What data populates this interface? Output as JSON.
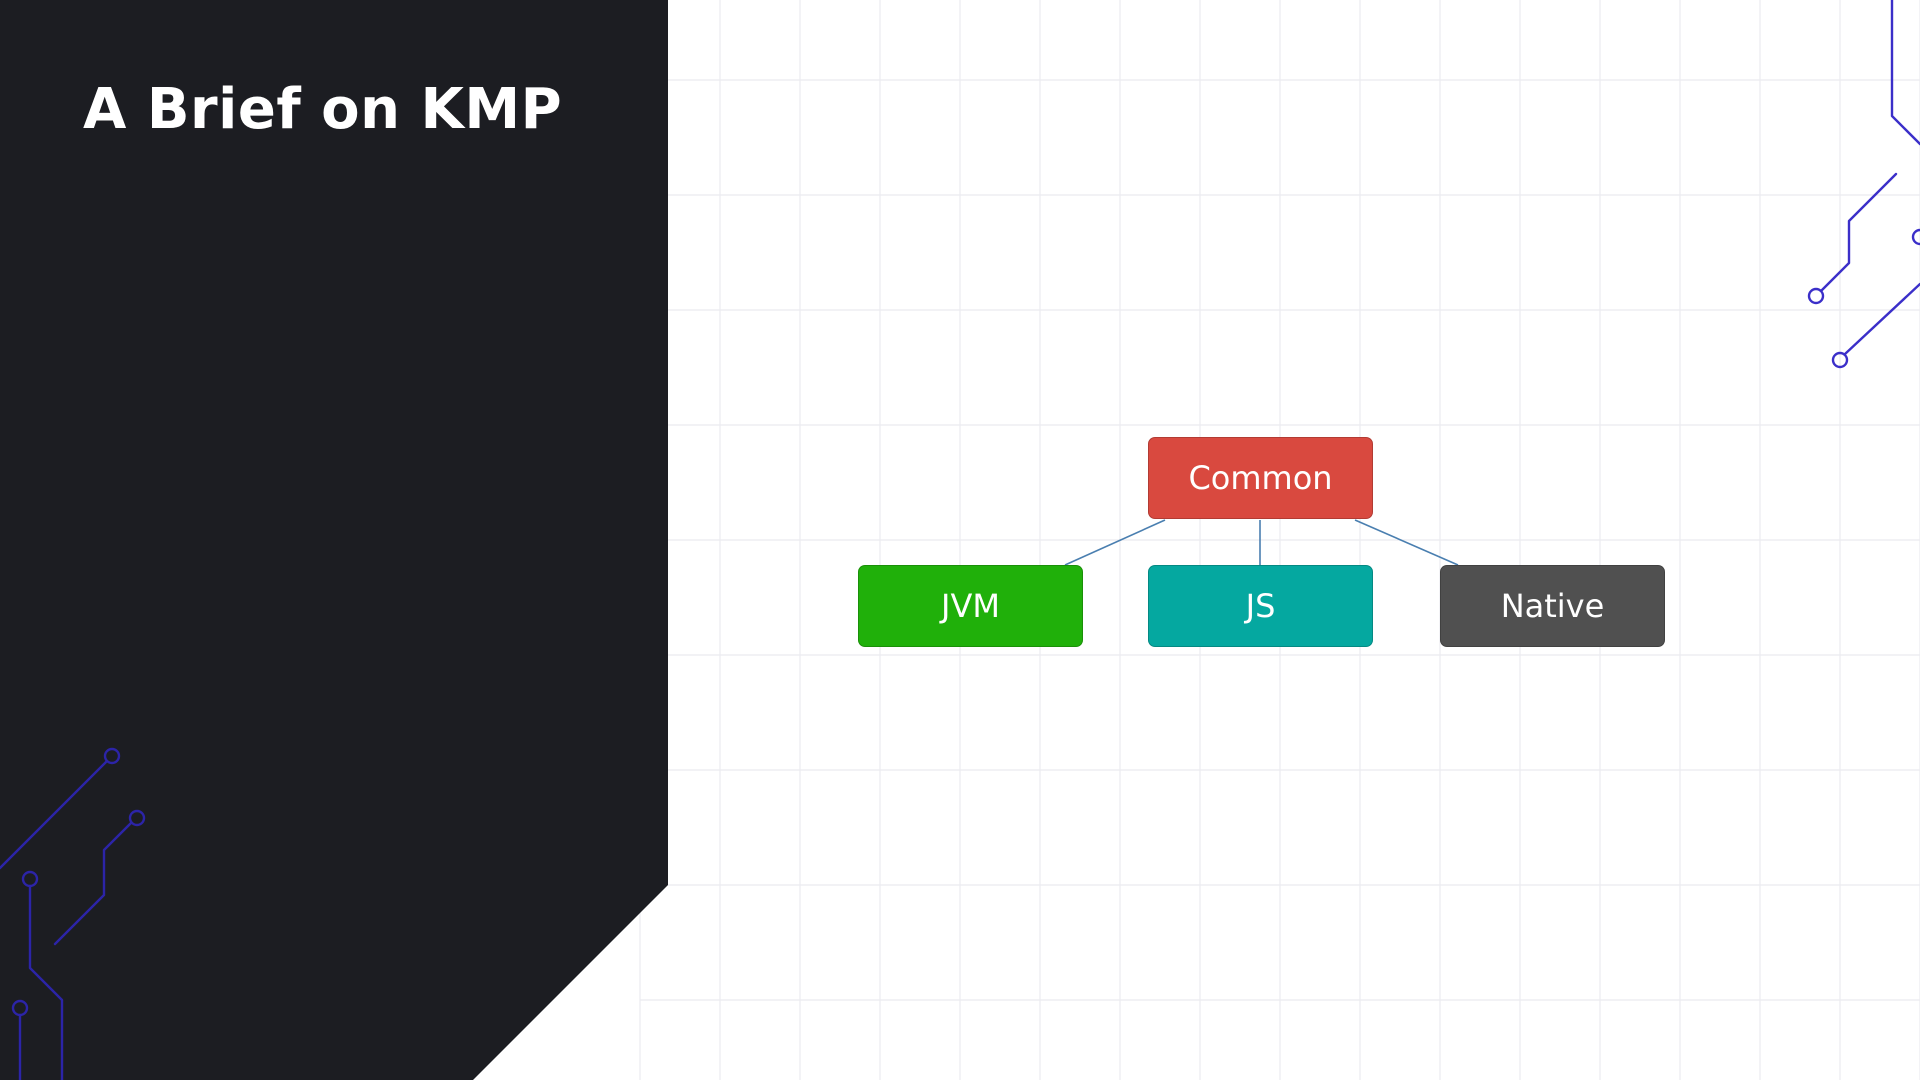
{
  "slide": {
    "title": "A Brief on KMP"
  },
  "colors": {
    "panel": "#1c1d22",
    "title": "#ffffff",
    "grid": "#ebebef",
    "circuit": "#3b2fc9",
    "connector": "#4a7fb0"
  },
  "diagram": {
    "nodes": [
      {
        "id": "common",
        "label": "Common",
        "color": "#d9493f"
      },
      {
        "id": "jvm",
        "label": "JVM",
        "color": "#20b00a"
      },
      {
        "id": "js",
        "label": "JS",
        "color": "#05a8a0"
      },
      {
        "id": "native",
        "label": "Native",
        "color": "#505050"
      }
    ],
    "edges": [
      {
        "from": "common",
        "to": "jvm"
      },
      {
        "from": "common",
        "to": "js"
      },
      {
        "from": "common",
        "to": "native"
      }
    ]
  }
}
